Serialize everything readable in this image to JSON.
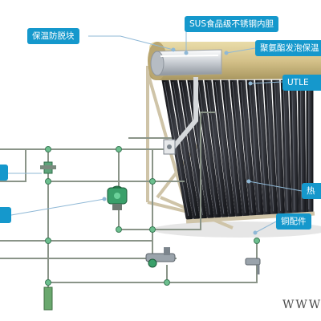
{
  "labels": {
    "insulation_block": "保温防脱块",
    "sus_tank": "SUS食品级不锈钢内胆",
    "pu_foam": "聚氨酯发泡保温",
    "utle": "UTLE",
    "heat": "热",
    "copper_fittings": "铜配件"
  },
  "watermark": "WWW",
  "colors": {
    "callout": "#1598cc",
    "pipe": "#8a9488",
    "tank": "#d4c189",
    "tube": "#1c1d22",
    "frame": "#cfc4a8",
    "pump": "#2f8f5a"
  }
}
